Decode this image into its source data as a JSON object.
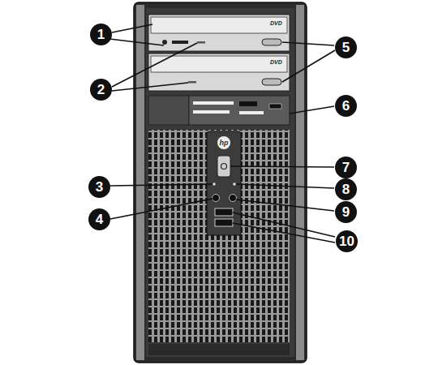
{
  "diagram": {
    "labels": [
      "1",
      "2",
      "3",
      "4",
      "5",
      "6",
      "7",
      "8",
      "9",
      "10",
      "DVD",
      "DVD",
      "hp"
    ]
  }
}
